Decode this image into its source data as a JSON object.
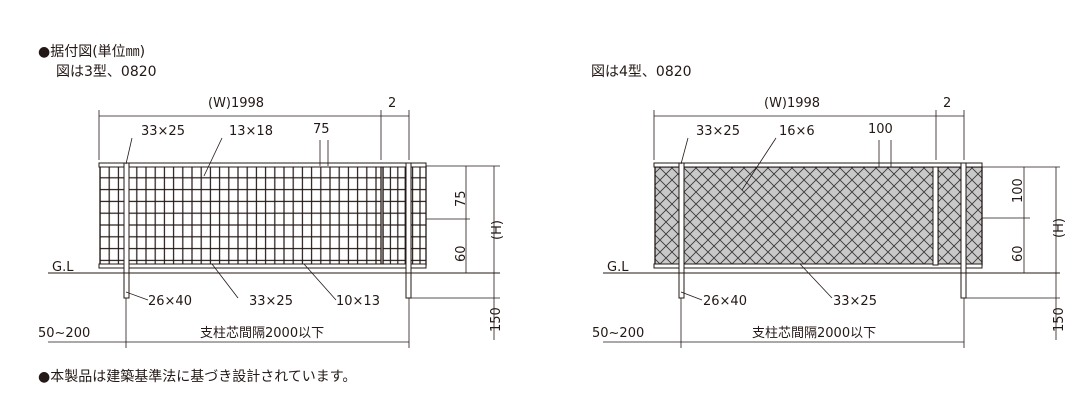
{
  "header": {
    "title": "●据付図(単位㎜)",
    "left_caption": "図は3型、0820",
    "right_caption": "図は4型、0820"
  },
  "footer": {
    "note": "●本製品は建築基準法に基づき設計されています。"
  },
  "left_drawing": {
    "width_label": "(W)1998",
    "gap_label": "2",
    "post_label": "33×25",
    "grid_label": "13×18",
    "pitch_label": "75",
    "upper_dim": "75",
    "height_label": "(H)",
    "lower_dim": "60",
    "gl_label": "G.L",
    "foot_post_label": "26×40",
    "bottom_rail_label": "33×25",
    "bottom_bar_label": "10×13",
    "burial_label": "150",
    "edge_label": "50~200",
    "spacing_label": "支柱芯間隔2000以下"
  },
  "right_drawing": {
    "width_label": "(W)1998",
    "gap_label": "2",
    "post_label": "33×25",
    "lattice_label": "16×6",
    "pitch_label": "100",
    "upper_dim": "100",
    "height_label": "(H)",
    "lower_dim": "60",
    "gl_label": "G.L",
    "foot_post_label": "26×40",
    "bottom_rail_label": "33×25",
    "burial_label": "150",
    "edge_label": "50~200",
    "spacing_label": "支柱芯間隔2000以下"
  }
}
